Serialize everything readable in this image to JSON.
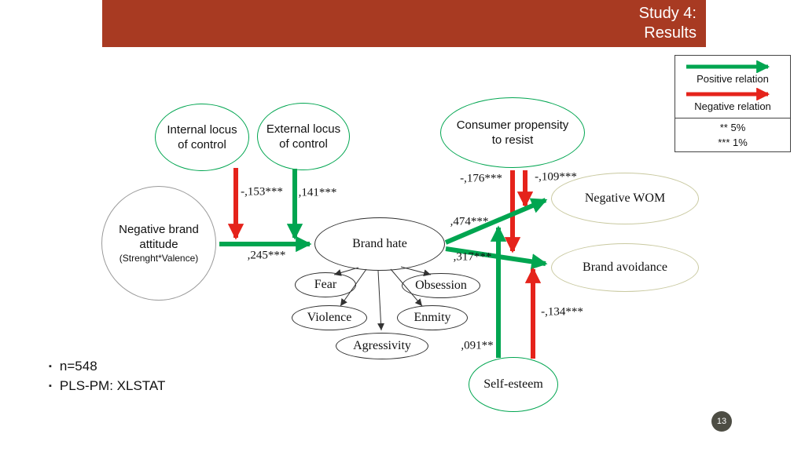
{
  "banner": {
    "title_line1": "Study 4:",
    "title_line2": "Results"
  },
  "legend": {
    "positive_label": "Positive relation",
    "negative_label": "Negative relation",
    "sig_lines": [
      "** 5%",
      "*** 1%"
    ]
  },
  "nodes": {
    "internal_locus": "Internal locus of control",
    "external_locus": "External locus of control",
    "consumer_propensity": "Consumer propensity to resist",
    "negative_brand_attitude": "Negative brand attitude",
    "negative_brand_attitude_sub": "(Strenght*Valence)",
    "brand_hate": "Brand hate",
    "fear": "Fear",
    "obsession": "Obsession",
    "violence": "Violence",
    "enmity": "Enmity",
    "agressivity": "Agressivity",
    "negative_wom": "Negative WOM",
    "brand_avoidance": "Brand avoidance",
    "self_esteem": "Self-esteem"
  },
  "coefficients": {
    "internal_to_path": "-,153***",
    "external_to_path": ",141***",
    "attitude_to_hate": ",245***",
    "propensity_left": "-,176***",
    "propensity_right": "-,109***",
    "hate_to_wom": ",474***",
    "hate_to_avoidance": ",317***",
    "selfesteem_up": ",091**",
    "selfesteem_to_avoidance": "-,134***"
  },
  "footer": {
    "bullet1": "n=548",
    "bullet2": "PLS-PM: XLSTAT",
    "page": "13"
  },
  "colors": {
    "positive": "#00a550",
    "negative": "#e5231b",
    "banner": "#a83a22"
  }
}
